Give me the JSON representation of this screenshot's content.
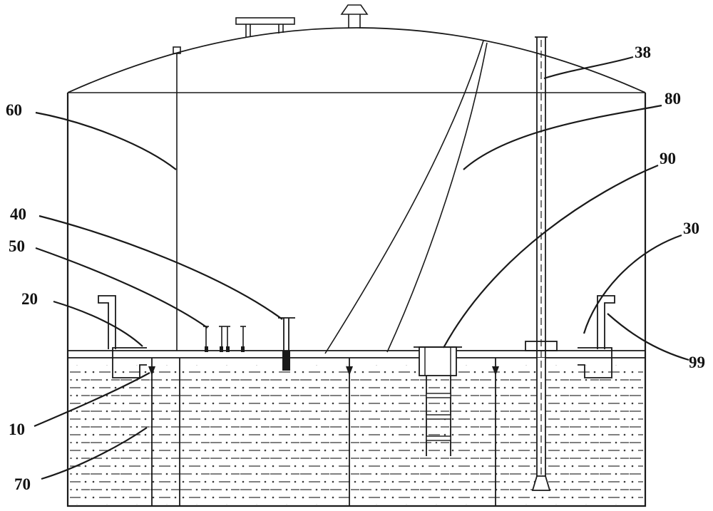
{
  "figure": {
    "kind": "technical line drawing",
    "subject": "floating-roof storage tank cross-section",
    "ink_color": "#1a1a1a",
    "background_color": "#ffffff"
  },
  "labels": [
    {
      "id": "38",
      "text": "38"
    },
    {
      "id": "80",
      "text": "80"
    },
    {
      "id": "90",
      "text": "90"
    },
    {
      "id": "30",
      "text": "30"
    },
    {
      "id": "99",
      "text": "99"
    },
    {
      "id": "60",
      "text": "60"
    },
    {
      "id": "40",
      "text": "40"
    },
    {
      "id": "50",
      "text": "50"
    },
    {
      "id": "20",
      "text": "20"
    },
    {
      "id": "10",
      "text": "10"
    },
    {
      "id": "70",
      "text": "70"
    }
  ]
}
